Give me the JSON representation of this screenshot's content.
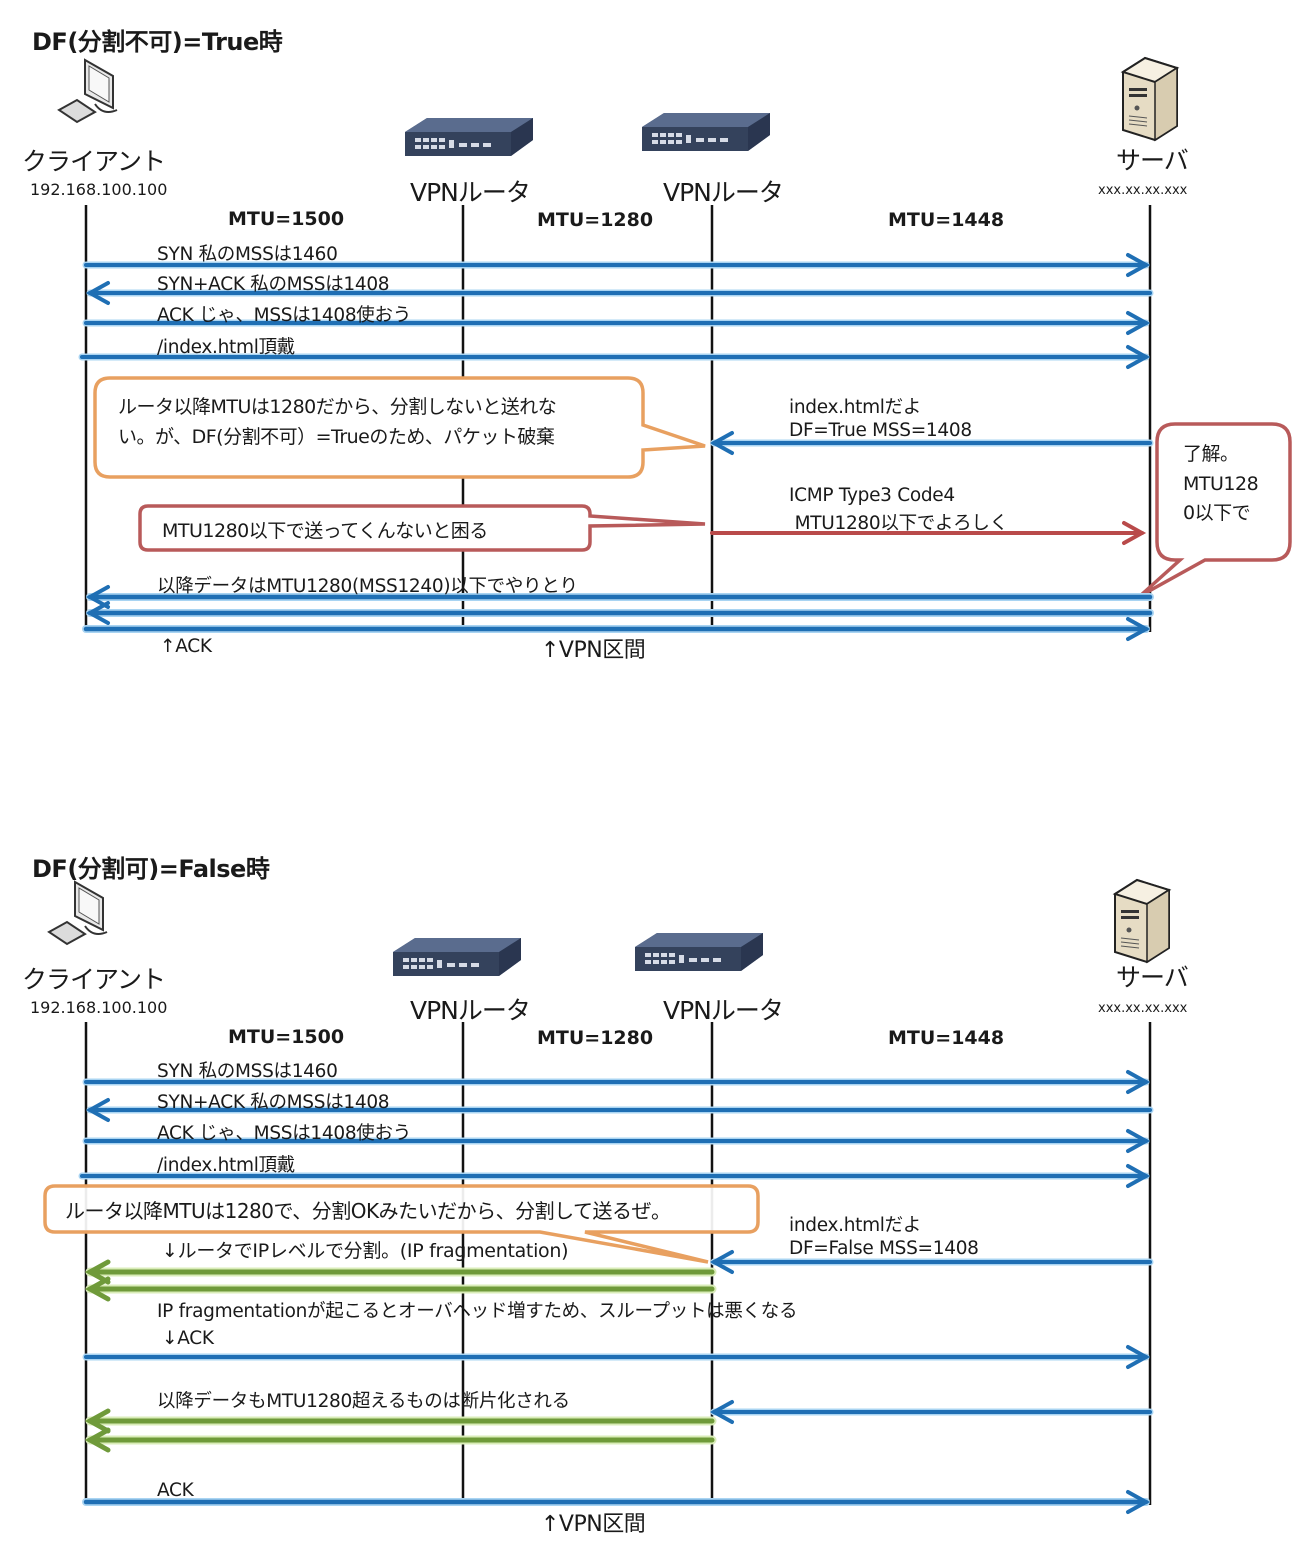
{
  "colors": {
    "lifeline": "#111111",
    "message_blue": "#1f6fb4",
    "message_blue_glow": "#a9d4f2",
    "icmp_red": "#b94a4a",
    "fragment_green": "#6f9a3a",
    "fragment_green_glow": "#d9ecb8",
    "bubble_orange": "#e8a060",
    "bubble_red": "#b85a5a",
    "router_body": "#3d4c68",
    "server_body": "#efe6d2"
  },
  "top": {
    "title": "DF(分割不可)=True時",
    "client": {
      "label": "クライアント",
      "ip": "192.168.100.100",
      "icon": "pc-icon"
    },
    "router1": {
      "label": "VPNルータ",
      "icon": "router-icon"
    },
    "router2": {
      "label": "VPNルータ",
      "icon": "router-icon"
    },
    "server": {
      "label": "サーバ",
      "ip": "xxx.xx.xx.xxx",
      "icon": "server-icon"
    },
    "mtu": [
      "MTU=1500",
      "MTU=1280",
      "MTU=1448"
    ],
    "messages": [
      {
        "text": "SYN 私のMSSは1460",
        "from": "client",
        "to": "server"
      },
      {
        "text": "SYN+ACK 私のMSSは1408",
        "from": "server",
        "to": "client"
      },
      {
        "text": "ACK じゃ、MSSは1408使おう",
        "from": "client",
        "to": "server"
      },
      {
        "text": "/index.html頂戴",
        "from": "client",
        "to": "server"
      },
      {
        "text_lines": [
          "index.htmlだよ",
          "DF=True MSS=1408"
        ],
        "from": "server",
        "to": "router2"
      },
      {
        "text_lines": [
          "ICMP Type3 Code4",
          " MTU1280以下でよろしく"
        ],
        "from": "router2",
        "to": "server",
        "color": "red"
      },
      {
        "text": "以降データはMTU1280(MSS1240)以下でやりとり",
        "from": "server",
        "to": "client",
        "count": 2
      },
      {
        "text": "↑ACK",
        "from": "client",
        "to": "server"
      }
    ],
    "bubbles": [
      {
        "lines": [
          "ルータ以降MTUは1280だから、分割しないと送れな",
          "い。が、DF(分割不可）=Trueのため、パケット破棄"
        ],
        "style": "orange"
      },
      {
        "lines": [
          "MTU1280以下で送ってくんないと困る"
        ],
        "style": "red"
      },
      {
        "lines": [
          "了解。",
          "MTU128",
          "0以下で"
        ],
        "style": "red"
      }
    ],
    "vpn_section_label": "↑VPN区間"
  },
  "bottom": {
    "title": "DF(分割可)=False時",
    "client": {
      "label": "クライアント",
      "ip": "192.168.100.100",
      "icon": "pc-icon"
    },
    "router1": {
      "label": "VPNルータ",
      "icon": "router-icon"
    },
    "router2": {
      "label": "VPNルータ",
      "icon": "router-icon"
    },
    "server": {
      "label": "サーバ",
      "ip": "xxx.xx.xx.xxx",
      "icon": "server-icon"
    },
    "mtu": [
      "MTU=1500",
      "MTU=1280",
      "MTU=1448"
    ],
    "messages": [
      {
        "text": "SYN 私のMSSは1460",
        "from": "client",
        "to": "server"
      },
      {
        "text": "SYN+ACK 私のMSSは1408",
        "from": "server",
        "to": "client"
      },
      {
        "text": "ACK じゃ、MSSは1408使おう",
        "from": "client",
        "to": "server"
      },
      {
        "text": "/index.html頂戴",
        "from": "client",
        "to": "server"
      },
      {
        "text_lines": [
          "index.htmlだよ",
          "DF=False MSS=1408"
        ],
        "from": "server",
        "to": "router2"
      },
      {
        "text": "↓ルータでIPレベルで分割。(IP fragmentation)",
        "from": "router2",
        "to": "client",
        "color": "green",
        "count": 2
      },
      {
        "text": "IP fragmentationが起こるとオーバヘッド増すため、スループットは悪くなる",
        "kind": "note"
      },
      {
        "text": "↓ACK",
        "from": "client",
        "to": "server"
      },
      {
        "text": "以降データもMTU1280超えるものは断片化される",
        "from": "server",
        "to": "router2"
      },
      {
        "text": "",
        "from": "router2",
        "to": "client",
        "color": "green",
        "count": 2
      },
      {
        "text": "ACK",
        "from": "client",
        "to": "server"
      }
    ],
    "bubbles": [
      {
        "lines": [
          "ルータ以降MTUは1280で、分割OKみたいだから、分割して送るぜ。"
        ],
        "style": "orange"
      }
    ],
    "vpn_section_label": "↑VPN区間"
  }
}
